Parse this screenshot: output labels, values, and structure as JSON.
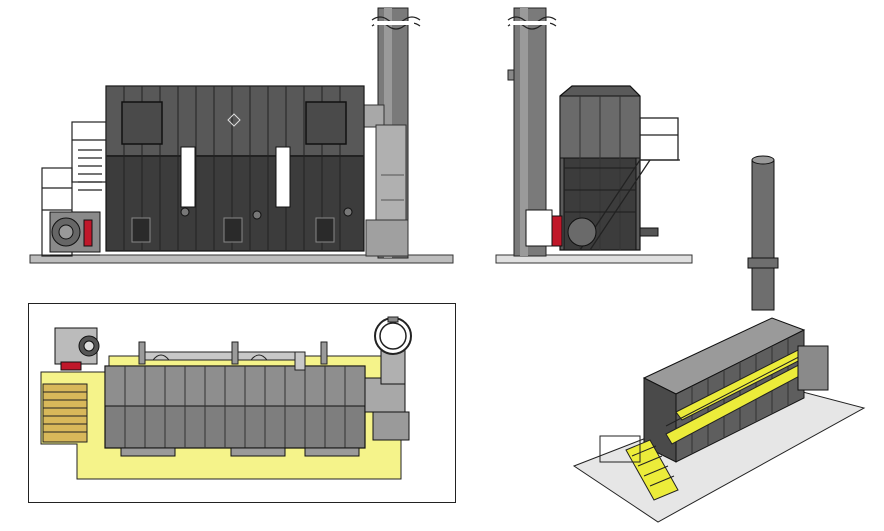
{
  "views": [
    {
      "id": "front-elevation"
    },
    {
      "id": "side-elevation"
    },
    {
      "id": "plan-view"
    },
    {
      "id": "isometric-view"
    }
  ],
  "colors": {
    "housing_dark": "#3a3a3a",
    "housing_mid": "#555555",
    "housing_light": "#8a8a8a",
    "stack": "#7a7a7a",
    "duct": "#a8a8a8",
    "platform_yellow": "#f5f38a",
    "walkway_yellow": "#ecec3a",
    "burner_red": "#c0182a",
    "base_slab": "#cfcfcf"
  }
}
